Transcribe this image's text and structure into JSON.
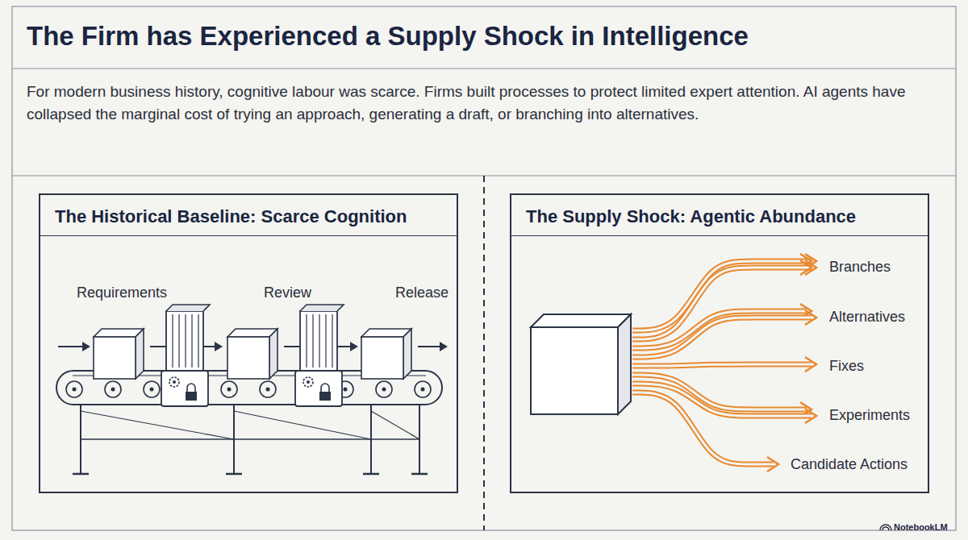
{
  "diagram": {
    "title": "The Firm has Experienced a Supply Shock in Intelligence",
    "nodes": [
      {
        "text": [
          "The Historical Baseline: Scarce Cognition"
        ]
      },
      {
        "text": [
          "The Supply Shock: Agentic Abundance"
        ]
      }
    ],
    "labels": [
      "For modern business history, cognitive labour was scarce. Firms built processes to protect limited expert attention. AI agents have collapsed the marginal cost of trying an approach, generating a draft, or branching into alternatives.",
      "Requirements",
      "Review",
      "Release",
      "Branches",
      "Alternatives",
      "Fixes",
      "Experiments",
      "Candidate Actions",
      "NotebookLM"
    ]
  }
}
